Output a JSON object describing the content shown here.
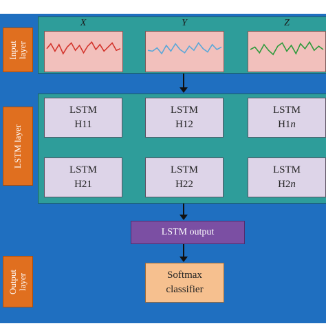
{
  "layers": {
    "input": "Input layer",
    "lstm": "LSTM layer",
    "output": "Output layer"
  },
  "signals": [
    {
      "axis": "X",
      "color": "#d3342c",
      "points": [
        0.45,
        0.15,
        0.6,
        0.2,
        0.75,
        0.35,
        0.1,
        0.55,
        0.25,
        0.7,
        0.3,
        0.05,
        0.5,
        0.2,
        0.6,
        0.35,
        0.1,
        0.55,
        0.45
      ]
    },
    {
      "axis": "Y",
      "color": "#5aa7d8",
      "points": [
        0.55,
        0.6,
        0.4,
        0.75,
        0.25,
        0.6,
        0.15,
        0.5,
        0.7,
        0.3,
        0.55,
        0.1,
        0.45,
        0.65,
        0.2,
        0.5,
        0.35
      ]
    },
    {
      "axis": "Z",
      "color": "#2e9a3c",
      "points": [
        0.5,
        0.35,
        0.7,
        0.2,
        0.55,
        0.8,
        0.3,
        0.1,
        0.6,
        0.25,
        0.75,
        0.15,
        0.45,
        0.05,
        0.55,
        0.3,
        0.5
      ]
    }
  ],
  "lstm_cells": [
    {
      "name": "LSTM",
      "id_prefix": "H11",
      "id_italic": ""
    },
    {
      "name": "LSTM",
      "id_prefix": "H12",
      "id_italic": ""
    },
    {
      "name": "LSTM",
      "id_prefix": "H1",
      "id_italic": "n"
    },
    {
      "name": "LSTM",
      "id_prefix": "H21",
      "id_italic": ""
    },
    {
      "name": "LSTM",
      "id_prefix": "H22",
      "id_italic": ""
    },
    {
      "name": "LSTM",
      "id_prefix": "H2",
      "id_italic": "n"
    }
  ],
  "lstm_output": "LSTM output",
  "classifier": {
    "line1": "Softmax",
    "line2": "classifier"
  }
}
